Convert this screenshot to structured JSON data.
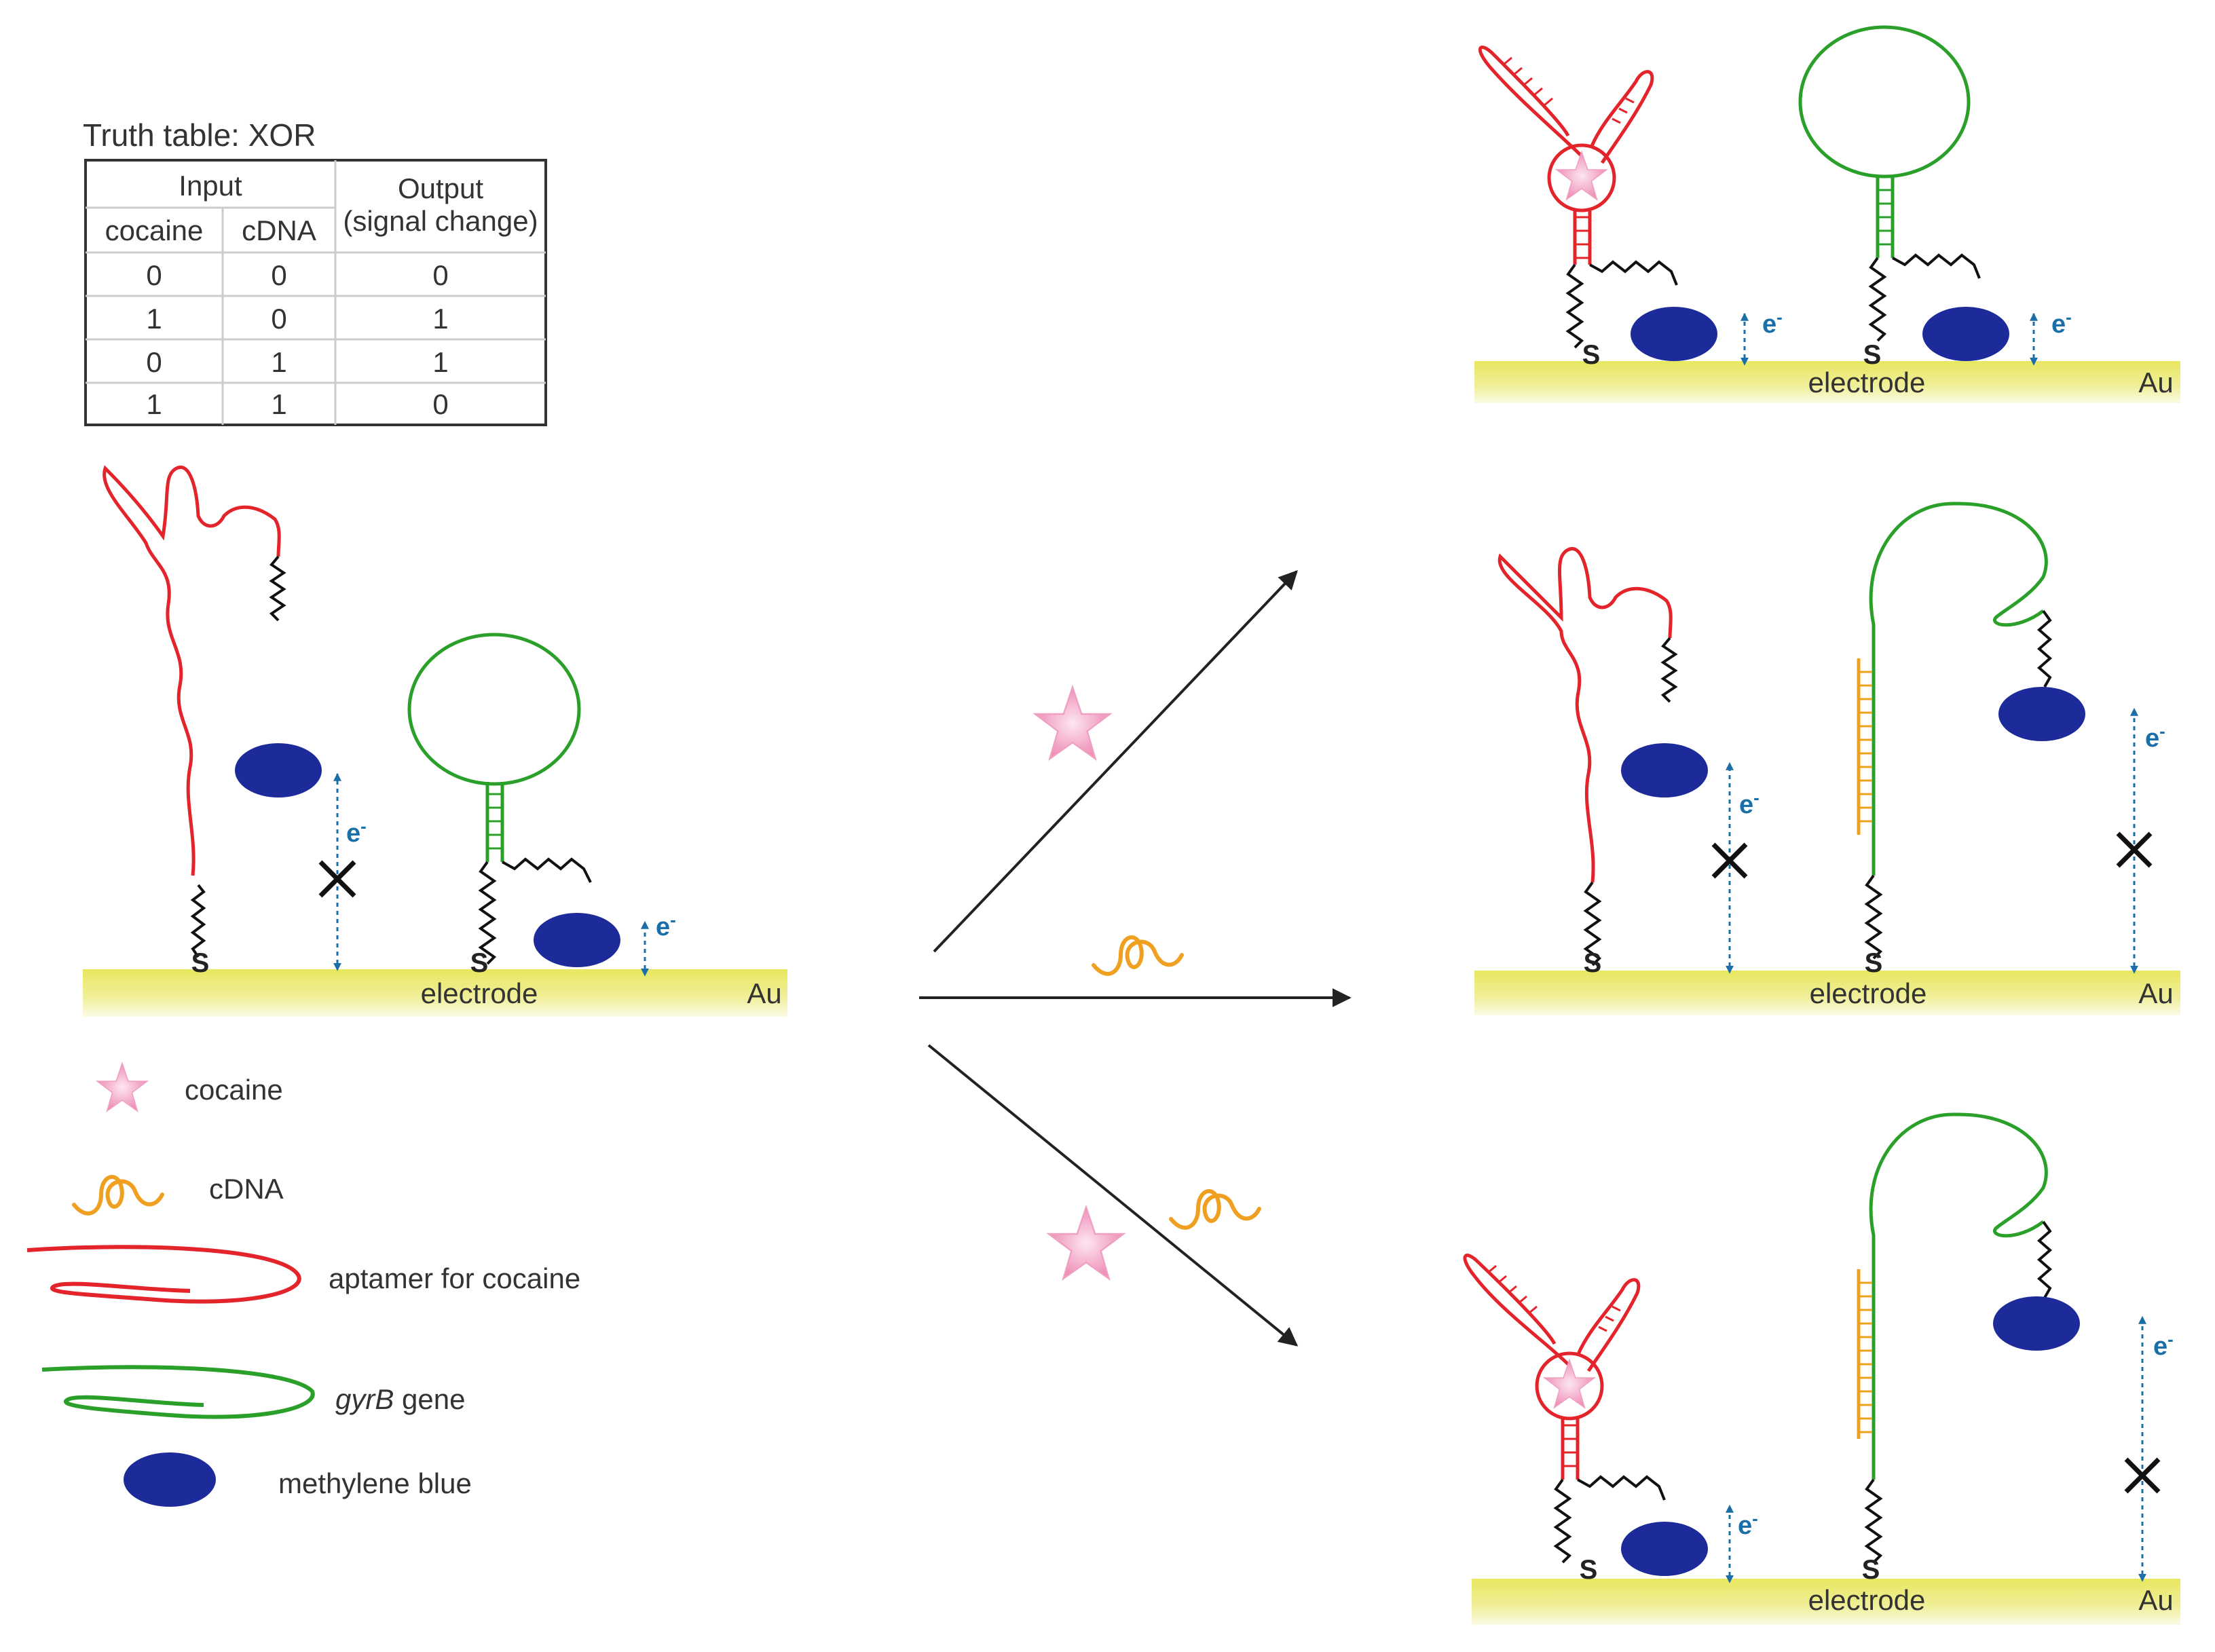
{
  "truth_table": {
    "title": "Truth table: XOR",
    "input_header": "Input",
    "output_header_line1": "Output",
    "output_header_line2": "(signal change)",
    "col_cocaine": "cocaine",
    "col_cdna": "cDNA",
    "rows": [
      [
        "0",
        "0",
        "0"
      ],
      [
        "1",
        "0",
        "1"
      ],
      [
        "0",
        "1",
        "1"
      ],
      [
        "1",
        "1",
        "0"
      ]
    ]
  },
  "electrode": {
    "label": "electrode",
    "metal": "Au"
  },
  "labels": {
    "electron": "e",
    "electron_sup": "-",
    "thiol": "S"
  },
  "legend": {
    "cocaine": "cocaine",
    "cdna": "cDNA",
    "aptamer": "aptamer for cocaine",
    "gyrb_italic": "gyrB",
    "gyrb_rest": " gene",
    "methylene_blue": "methylene blue"
  },
  "colors": {
    "aptamer": "#e3242b",
    "gene": "#2aa02a",
    "cdna": "#f0a020",
    "methylene_blue": "#1c2a9a",
    "electrode": "#e9e86a",
    "electron": "#1b6fa8",
    "cocaine": "#f4a6c8"
  }
}
